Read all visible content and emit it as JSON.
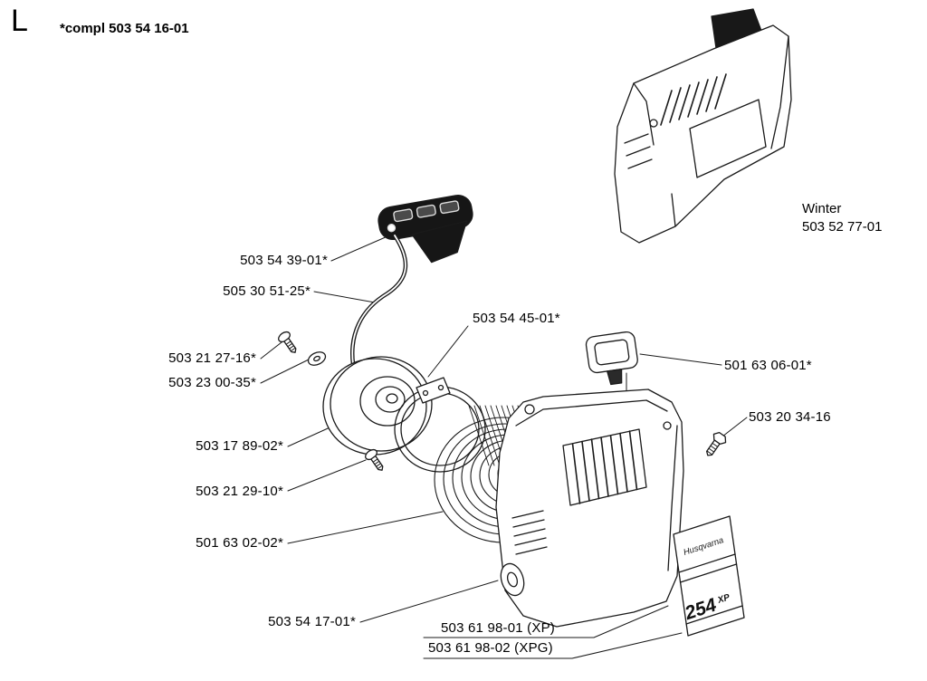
{
  "header": {
    "section_letter": "L",
    "compl_label": "*compl 503 54 16-01"
  },
  "winter_variant": {
    "name": "Winter",
    "part_number": "503 52 77-01"
  },
  "part_labels": {
    "starter_handle": "503 54 39-01*",
    "starter_rope": "505 30 51-25*",
    "pulley_cover_ring": "503 54 45-01*",
    "screw_upper": "503 21 27-16*",
    "washer": "503 23 00-35*",
    "inlet_cover": "501 63 06-01*",
    "screw_right": "503 20 34-16",
    "starter_pulley": "503 17 89-02*",
    "screw_lower": "503 21 29-10*",
    "recoil_spring": "501 63 02-02*",
    "starter_housing": "503 54 17-01*",
    "decal_xp": "503 61 98-01 (XP)",
    "decal_xpg": "503 61 98-02 (XPG)"
  },
  "decal": {
    "brand": "Husqvarna",
    "model": "254",
    "suffix": "XP"
  }
}
